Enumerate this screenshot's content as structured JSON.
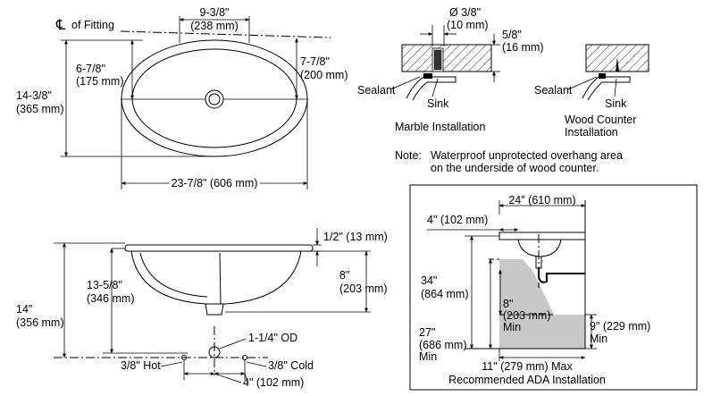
{
  "top_view": {
    "centerline_symbol": "℄",
    "centerline_label": "of Fitting",
    "width_top_in": "9-3/8\"",
    "width_top_mm": "(238 mm)",
    "half_depth_left_in": "6-7/8\"",
    "half_depth_left_mm": "(175 mm)",
    "half_depth_right_in": "7-7/8\"",
    "half_depth_right_mm": "(200 mm)",
    "depth_in": "14-3/8\"",
    "depth_mm": "(365 mm)",
    "length": "23-7/8\" (606 mm)"
  },
  "marble": {
    "hole_dia": "Ø 3/8\"",
    "hole_dia_mm": "(10 mm)",
    "thick_in": "5/8\"",
    "thick_mm": "(16 mm)",
    "sealant": "Sealant",
    "sink": "Sink",
    "title": "Marble Installation"
  },
  "wood": {
    "sealant": "Sealant",
    "sink": "Sink",
    "title_line1": "Wood Counter",
    "title_line2": "Installation"
  },
  "note": {
    "label": "Note:",
    "line1": "Waterproof unprotected overhang area",
    "line2": "on the underside of wood counter."
  },
  "side_view": {
    "rim_in": "1/2\" (13 mm)",
    "bowl_in": "8\"",
    "bowl_mm": "(203 mm)",
    "inner_in": "13-5/8\"",
    "inner_mm": "(346 mm)",
    "total_in": "14\"",
    "total_mm": "(356 mm)",
    "drain_od": "1-1/4\" OD",
    "hot": "3/8\" Hot",
    "cold": "3/8\" Cold",
    "spacing": "4\" (102 mm)"
  },
  "ada": {
    "width": "24\" (610 mm)",
    "setback": "4\" (102 mm)",
    "height_in": "34\"",
    "height_mm": "(864 mm)",
    "knee_in": "27\"",
    "knee_mm": "(686 mm)",
    "knee_min": "Min",
    "clear_in": "8\"",
    "clear_mm": "(203 mm)",
    "clear_min": "Min",
    "toe_in": "9\" (229 mm)",
    "toe_min": "Min",
    "depth_max": "11\" (279 mm) Max",
    "title": "Recommended ADA Installation",
    "knee_fill": "#c8c8c8"
  }
}
